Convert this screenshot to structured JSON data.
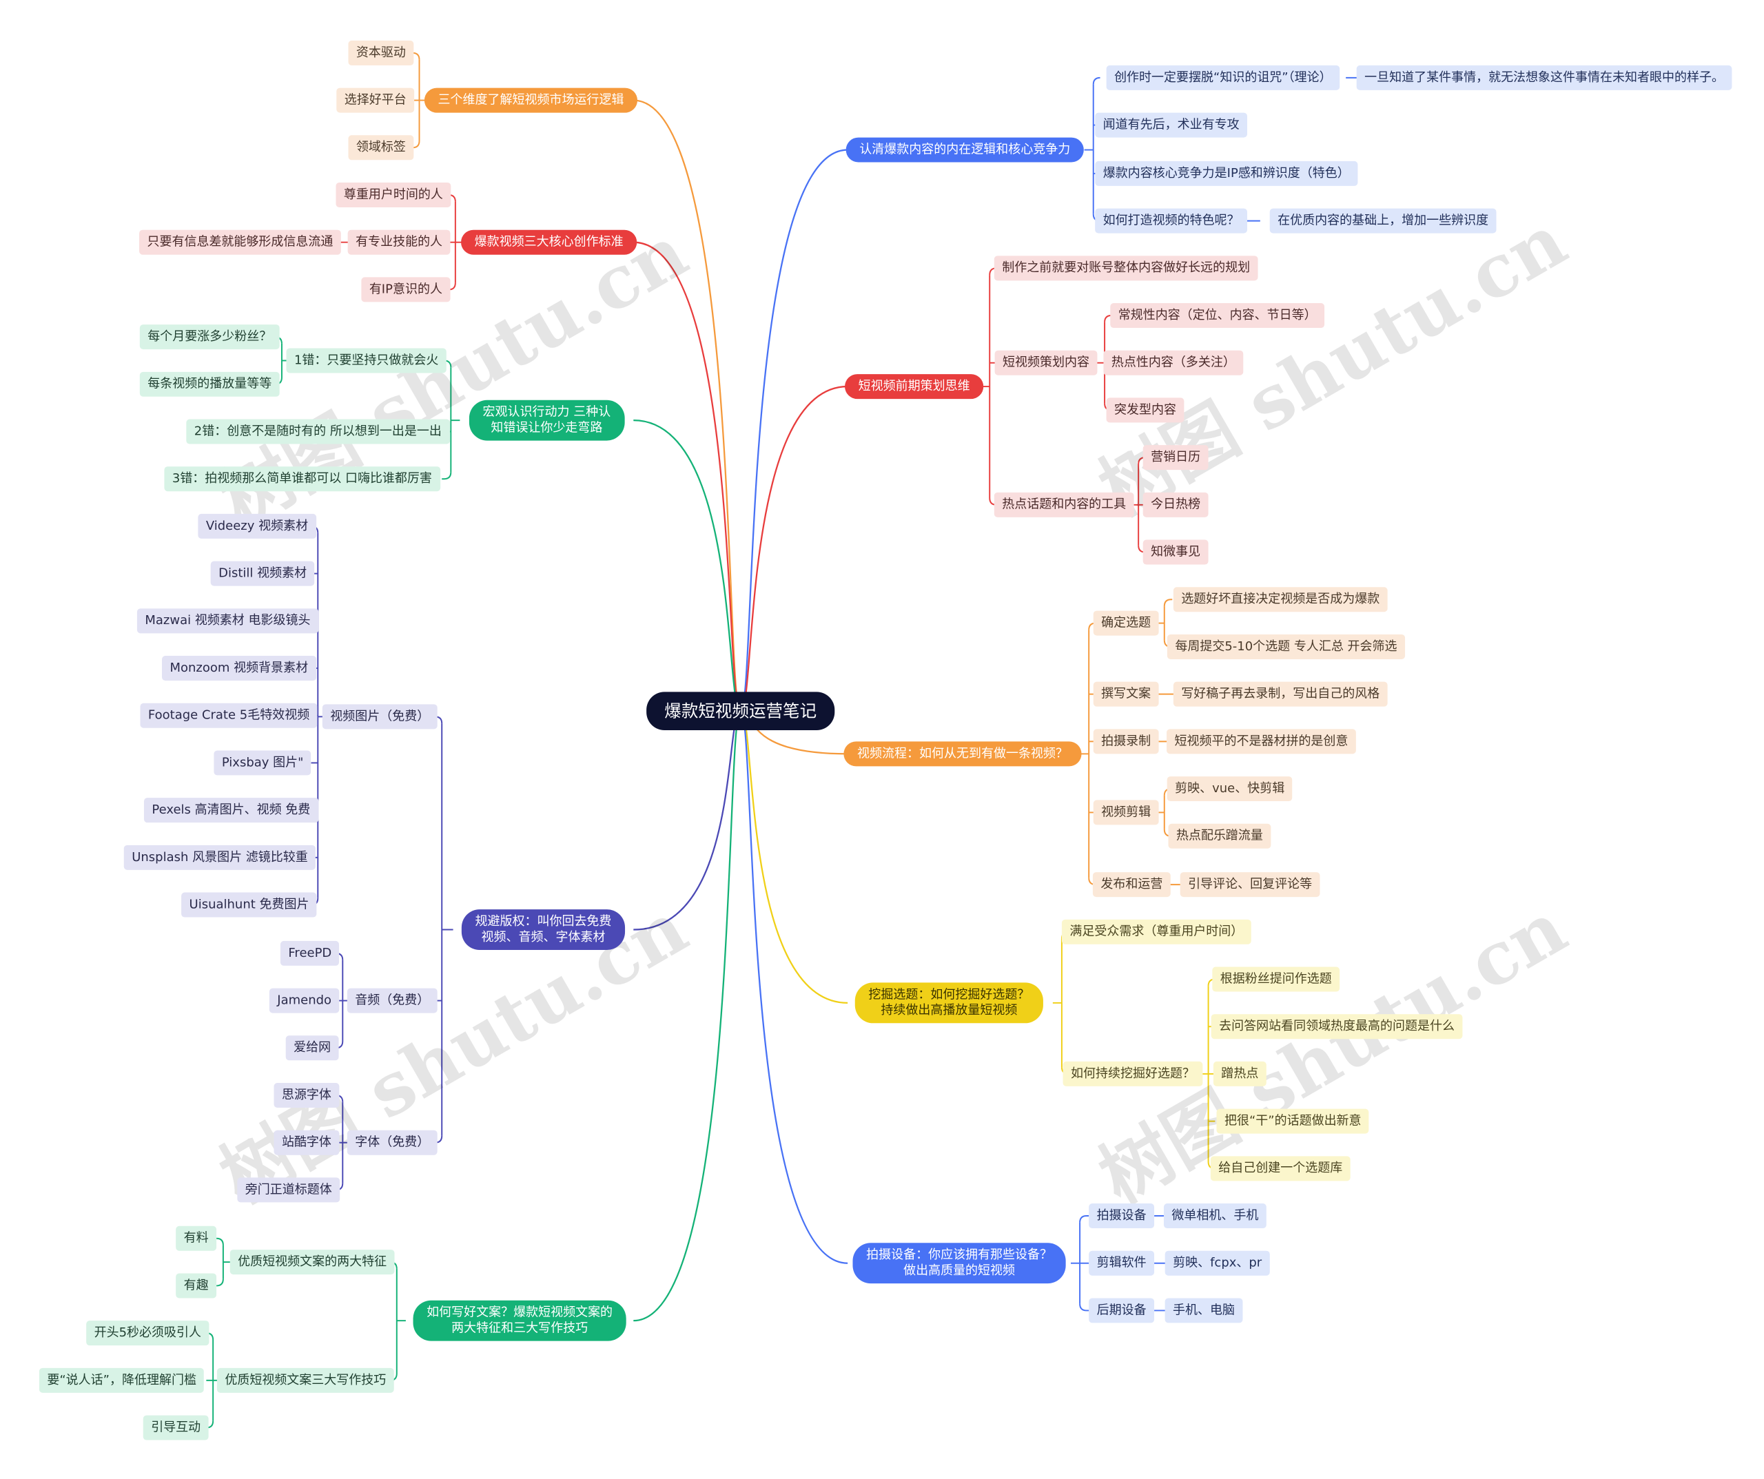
{
  "title": "爆款短视频运营笔记",
  "colors": {
    "orange": "#f59a3c",
    "red": "#e83d3d",
    "green": "#14b277",
    "purple": "#4b49b5",
    "blue": "#4872f5",
    "yellow": "#f0d018",
    "center": "#0d1230"
  },
  "watermark": "树图 shutu.cn",
  "branches": {
    "market": {
      "label": "三个维度了解短视频市场运行逻辑",
      "children": [
        "资本驱动",
        "选择好平台",
        "领域标签"
      ]
    },
    "standard": {
      "label": "爆款视频三大核心创作标准",
      "children": [
        "尊重用户时间的人",
        "有专业技能的人",
        "有IP意识的人"
      ],
      "sub": "只要有信息差就能够形成信息流通"
    },
    "mistakes": {
      "label": "宏观认识行动力 三种认\n知错误让你少走弯路",
      "children": [
        "1错：只要坚持只做就会火",
        "2错：创意不是随时有的 所以想到一出是一出",
        "3错：拍视频那么简单谁都可以 口嗨比谁都厉害"
      ],
      "sub": [
        "每个月要涨多少粉丝？",
        "每条视频的播放量等等"
      ]
    },
    "copyright": {
      "label": "规避版权：叫你回去免费\n视频、音频、字体素材",
      "groups": [
        {
          "label": "视频图片（免费）",
          "items": [
            "Videezy  视频素材",
            "Distill  视频素材",
            "Mazwai 视频素材 电影级镜头",
            "Monzoom 视频背景素材",
            "Footage Crate  5毛特效视频",
            "Pixsbay 图片\"",
            "Pexels 高清图片、视频 免费",
            "Unsplash 风景图片  滤镜比较重",
            "Uisualhunt 免费图片"
          ]
        },
        {
          "label": "音频（免费）",
          "items": [
            "FreePD",
            "Jamendo",
            "爱给网"
          ]
        },
        {
          "label": "字体（免费）",
          "items": [
            "思源字体",
            "站酷字体",
            "旁门正道标题体"
          ]
        }
      ]
    },
    "copywriting": {
      "label": "如何写好文案？爆款短视频文案的\n两大特征和三大写作技巧",
      "groups": [
        {
          "label": "优质短视频文案的两大特征",
          "items": [
            "有料",
            "有趣"
          ]
        },
        {
          "label": "优质短视频文案三大写作技巧",
          "items": [
            "开头5秒必须吸引人",
            "要“说人话”，降低理解门槛",
            "引导互动"
          ]
        }
      ]
    },
    "logic": {
      "label": "认清爆款内容的内在逻辑和核心竞争力",
      "children": [
        "创作时一定要摆脱“知识的诅咒”（理论）",
        "闻道有先后，术业有专攻",
        "爆款内容核心竞争力是IP感和辨识度（特色）",
        "如何打造视频的特色呢？"
      ],
      "sub1": "一旦知道了某件事情，就无法想象这件事情在未知者眼中的样子。",
      "sub4": "在优质内容的基础上，增加一些辨识度"
    },
    "planning": {
      "label": "短视频前期策划思维",
      "children": [
        "制作之前就要对账号整体内容做好长远的规划",
        "短视频策划内容",
        "热点话题和内容的工具"
      ],
      "plan_items": [
        "常规性内容（定位、内容、节日等）",
        "热点性内容（多关注）",
        "突发型内容"
      ],
      "tool_items": [
        "营销日历",
        "今日热榜",
        "知微事见"
      ]
    },
    "process": {
      "label": "视频流程：如何从无到有做一条视频？",
      "steps": [
        {
          "label": "确定选题",
          "items": [
            "选题好坏直接决定视频是否成为爆款",
            "每周提交5-10个选题  专人汇总 开会筛选"
          ]
        },
        {
          "label": "撰写文案",
          "items": [
            "写好稿子再去录制，写出自己的风格"
          ]
        },
        {
          "label": "拍摄录制",
          "items": [
            "短视频平的不是器材拼的是创意"
          ]
        },
        {
          "label": "视频剪辑",
          "items": [
            "剪映、vue、快剪辑",
            "热点配乐蹭流量"
          ]
        },
        {
          "label": "发布和运营",
          "items": [
            "引导评论、回复评论等"
          ]
        }
      ]
    },
    "topic": {
      "label": "挖掘选题：如何挖掘好选题？\n持续做出高播放量短视频",
      "children": [
        "满足受众需求（尊重用户时间）",
        "如何持续挖掘好选题？"
      ],
      "sub": [
        "根据粉丝提问作选题",
        "去问答网站看同领域热度最高的问题是什么",
        "蹭热点",
        "把很“干”的话题做出新意",
        "给自己创建一个选题库"
      ]
    },
    "equipment": {
      "label": "拍摄设备：你应该拥有那些设备？\n做出高质量的短视频",
      "groups": [
        {
          "label": "拍摄设备",
          "item": "微单相机、手机"
        },
        {
          "label": "剪辑软件",
          "item": "剪映、fcpx、pr"
        },
        {
          "label": "后期设备",
          "item": "手机、电脑"
        }
      ]
    }
  }
}
